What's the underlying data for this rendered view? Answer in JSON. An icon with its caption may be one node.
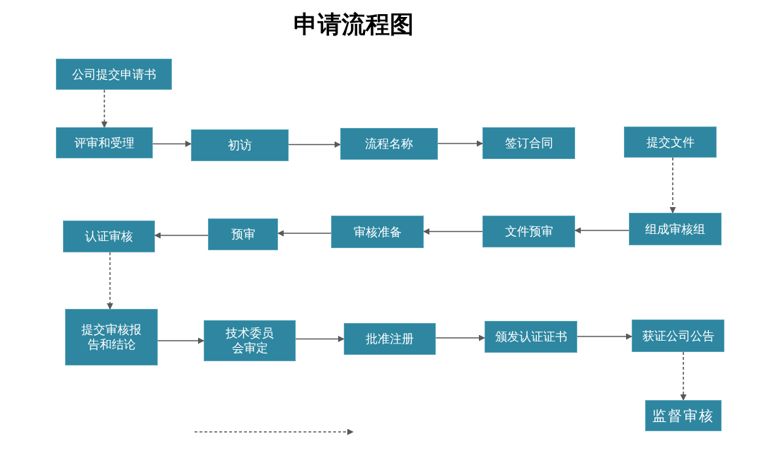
{
  "diagram": {
    "title": "申请流程图",
    "nodes": [
      {
        "text": [
          "公司提交申请书"
        ]
      },
      {
        "text": [
          "评审和受理"
        ]
      },
      {
        "text": [
          "初访"
        ]
      },
      {
        "text": [
          "流程名称"
        ]
      },
      {
        "text": [
          "签订合同"
        ]
      },
      {
        "text": [
          "提交文件"
        ]
      },
      {
        "text": [
          "组成审核组"
        ]
      },
      {
        "text": [
          "文件预审"
        ]
      },
      {
        "text": [
          "审核准备"
        ]
      },
      {
        "text": [
          "预审"
        ]
      },
      {
        "text": [
          "认证审核"
        ]
      },
      {
        "text": [
          "提交审核报告和结论"
        ]
      },
      {
        "text": [
          "技术委员会审定"
        ]
      },
      {
        "text": [
          "批准注册"
        ]
      },
      {
        "text": [
          "颁发认证证书"
        ]
      },
      {
        "text": [
          "获证公司公告"
        ]
      },
      {
        "text": [
          "监督审核"
        ]
      }
    ],
    "edges": [
      {
        "from": 0,
        "to": 1,
        "arrow": "to",
        "style": "dashed"
      },
      {
        "from": 1,
        "to": 2,
        "arrow": "to"
      },
      {
        "from": 2,
        "to": 3,
        "arrow": "to"
      },
      {
        "from": 3,
        "to": 4,
        "arrow": "to"
      },
      {
        "from": 5,
        "to": 6,
        "arrow": "to",
        "style": "dashed"
      },
      {
        "from": 6,
        "to": 7,
        "arrow": "to"
      },
      {
        "from": 7,
        "to": 8,
        "arrow": "to"
      },
      {
        "from": 8,
        "to": 9,
        "arrow": "to"
      },
      {
        "from": 9,
        "to": 10,
        "arrow": "to"
      },
      {
        "from": 10,
        "to": 11,
        "arrow": "to",
        "style": "dashed"
      },
      {
        "from": 11,
        "to": 12,
        "arrow": "to"
      },
      {
        "from": 12,
        "to": 13,
        "arrow": "to"
      },
      {
        "from": 13,
        "to": 14,
        "arrow": "to"
      },
      {
        "from": 14,
        "to": 15,
        "arrow": "to"
      },
      {
        "from": 15,
        "to": 16,
        "arrow": "to",
        "style": "dashed"
      }
    ]
  }
}
